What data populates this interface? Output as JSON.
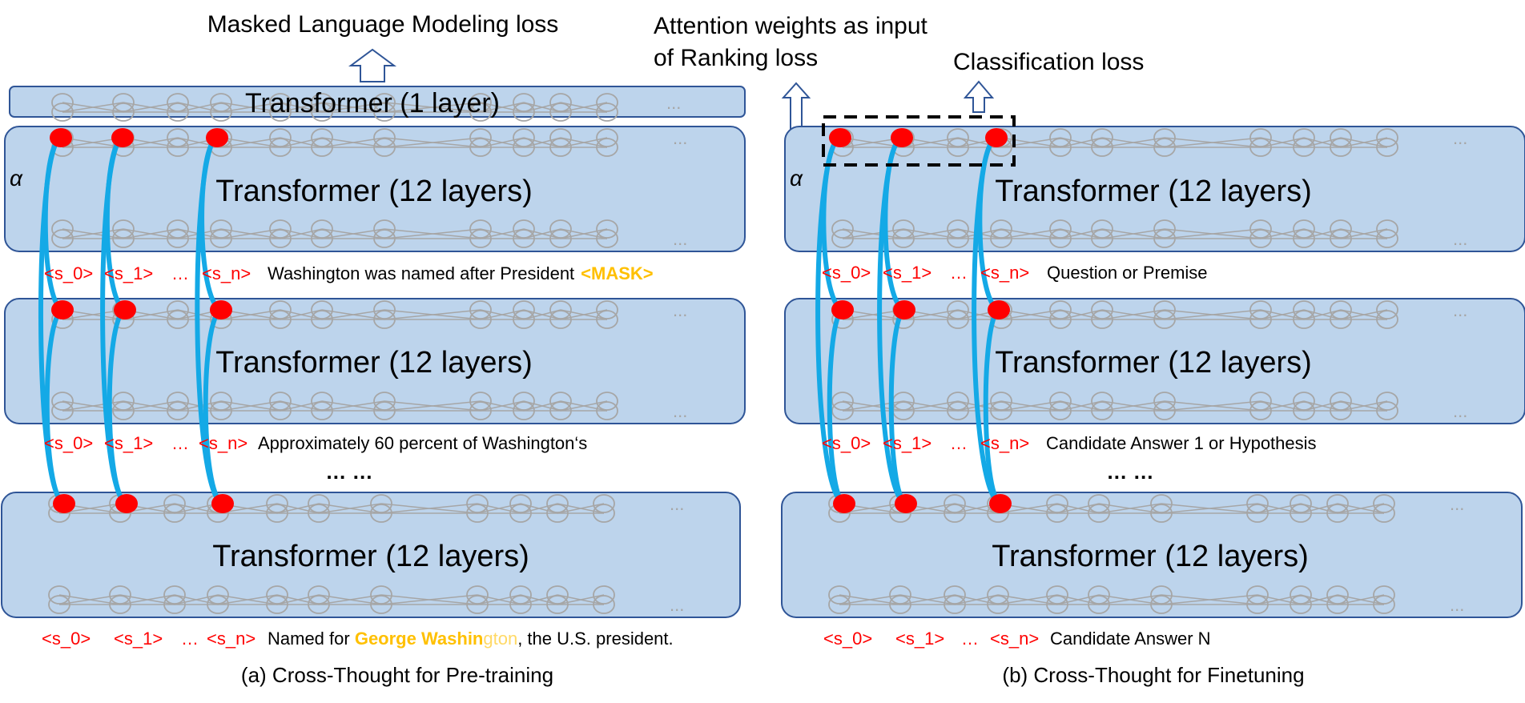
{
  "panel_a": {
    "top_loss": "Masked Language Modeling loss",
    "top_block": "Transformer (1 layer)",
    "block_label": "Transformer (12 layers)",
    "alpha": "α",
    "ellipsis": "...",
    "dots_between": "… …",
    "row1": {
      "s0": "<s_0>",
      "s1": "<s_1>",
      "dots": "…",
      "sn": "<s_n>",
      "text": "Washington was named after President",
      "mask": "<MASK>"
    },
    "row2": {
      "s0": "<s_0>",
      "s1": "<s_1>",
      "dots": "…",
      "sn": "<s_n>",
      "text": "Approximately 60 percent of Washington‘s"
    },
    "row3": {
      "s0": "<s_0>",
      "s1": "<s_1>",
      "dots": "…",
      "sn": "<s_n>",
      "text_pre": "Named for ",
      "highlight": "George Washin",
      "highlight_light": "gton",
      "text_post": ", the U.S. president."
    },
    "caption": "(a) Cross-Thought for Pre-training"
  },
  "panel_b": {
    "attention_label_1": "Attention weights as input",
    "attention_label_2": "of Ranking loss",
    "class_loss": "Classification loss",
    "block_label": "Transformer (12 layers)",
    "alpha": "α",
    "ellipsis": "...",
    "dots_between": "… …",
    "row1": {
      "s0": "<s_0>",
      "s1": "<s_1>",
      "dots": "…",
      "sn": "<s_n>",
      "text": "Question or Premise"
    },
    "row2": {
      "s0": "<s_0>",
      "s1": "<s_1>",
      "dots": "…",
      "sn": "<s_n>",
      "text": "Candidate Answer 1 or Hypothesis"
    },
    "row3": {
      "s0": "<s_0>",
      "s1": "<s_1>",
      "dots": "…",
      "sn": "<s_n>",
      "text": "Candidate Answer N"
    },
    "caption": "(b) Cross-Thought for Finetuning"
  },
  "colors": {
    "block_fill": "#bdd4ec",
    "block_stroke": "#2f5597",
    "node_red": "#ff0000",
    "link_blue": "#14a9e6",
    "gray": "#a6a6a6",
    "token_red": "#ff0000",
    "highlight": "#ffc000",
    "highlight_light": "#ffd966",
    "arrow_stroke": "#2f5597"
  }
}
